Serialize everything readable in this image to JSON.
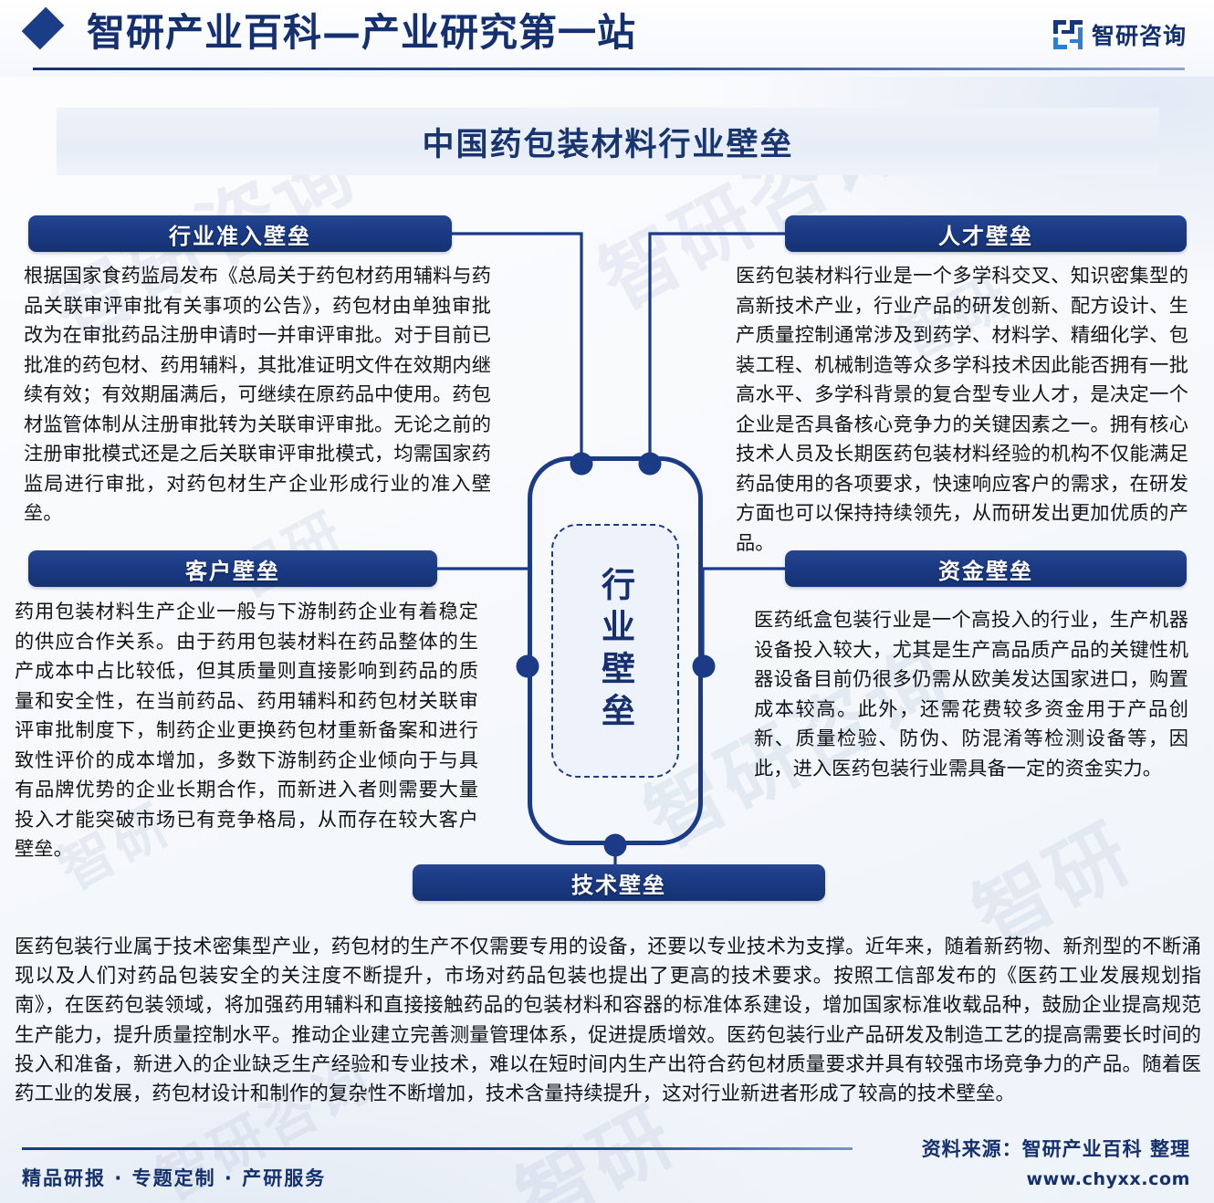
{
  "header": {
    "diamond_icon": "diamond-icon",
    "site_title": "智研产业百科—产业研究第一站",
    "logo_icon": "zhiyan-logo-icon",
    "logo_text": "智研咨询"
  },
  "chart_title": "中国药包装材料行业壁垒",
  "hub": {
    "label": "行业壁垒"
  },
  "panels": [
    {
      "id": "entry",
      "title": "行业准入壁垒",
      "text": "根据国家食药监局发布《总局关于药包材药用辅料与药品关联审评审批有关事项的公告》，药包材由单独审批改为在审批药品注册申请时一并审评审批。对于目前已批准的药包材、药用辅料，其批准证明文件在效期内继续有效；有效期届满后，可继续在原药品中使用。药包材监管体制从注册审批转为关联审评审批。无论之前的注册审批模式还是之后关联审评审批模式，均需国家药监局进行审批，对药包材生产企业形成行业的准入壁垒。"
    },
    {
      "id": "talent",
      "title": "人才壁垒",
      "text": "医药包装材料行业是一个多学科交叉、知识密集型的高新技术产业，行业产品的研发创新、配方设计、生产质量控制通常涉及到药学、材料学、精细化学、包装工程、机械制造等众多学科技术因此能否拥有一批高水平、多学科背景的复合型专业人才，是决定一个企业是否具备核心竞争力的关键因素之一。拥有核心技术人员及长期医药包装材料经验的机构不仅能满足药品使用的各项要求，快速响应客户的需求，在研发方面也可以保持持续领先，从而研发出更加优质的产品。"
    },
    {
      "id": "customer",
      "title": "客户壁垒",
      "text": "药用包装材料生产企业一般与下游制药企业有着稳定的供应合作关系。由于药用包装材料在药品整体的生产成本中占比较低，但其质量则直接影响到药品的质量和安全性，在当前药品、药用辅料和药包材关联审评审批制度下，制药企业更换药包材重新备案和进行致性评价的成本增加，多数下游制药企业倾向于与具有品牌优势的企业长期合作，而新进入者则需要大量投入才能突破市场已有竞争格局，从而存在较大客户壁垒。"
    },
    {
      "id": "capital",
      "title": "资金壁垒",
      "text": "医药纸盒包装行业是一个高投入的行业，生产机器设备投入较大，尤其是生产高品质产品的关键性机器设备目前仍很多仍需从欧美发达国家进口，购置成本较高。此外，还需花费较多资金用于产品创新、质量检验、防伪、防混淆等检测设备等，因此，进入医药包装行业需具备一定的资金实力。"
    },
    {
      "id": "technology",
      "title": "技术壁垒",
      "text": "医药包装行业属于技术密集型产业，药包材的生产不仅需要专用的设备，还要以专业技术为支撑。近年来，随着新药物、新剂型的不断涌现以及人们对药品包装安全的关注度不断提升，市场对药品包装也提出了更高的技术要求。按照工信部发布的《医药工业发展规划指南》，在医药包装领域，将加强药用辅料和直接接触药品的包装材料和容器的标准体系建设，增加国家标准收载品种，鼓励企业提高规范生产能力，提升质量控制水平。推动企业建立完善测量管理体系，促进提质增效。医药包装行业产品研发及制造工艺的提高需要长时间的投入和准备，新进入的企业缺乏生产经验和专业技术，难以在短时间内生产出符合药包材质量要求并具有较强市场竞争力的产品。随着医药工业的发展，药包材设计和制作的复杂性不断增加，技术含量持续提升，这对行业新进者形成了较高的技术壁垒。"
    }
  ],
  "footer": {
    "services": "精品研报 · 专题定制 · 产研服务",
    "source": "资料来源：智研产业百科 整理",
    "url": "www.chyxx.com"
  },
  "watermarks": [
    "智研咨询",
    "智研",
    "智研咨询"
  ],
  "colors": {
    "brand_navy": "#1b3b86",
    "title_navy": "#16306e",
    "panel_header": "#1b3b86",
    "hub_fill": "#eef3fb"
  }
}
